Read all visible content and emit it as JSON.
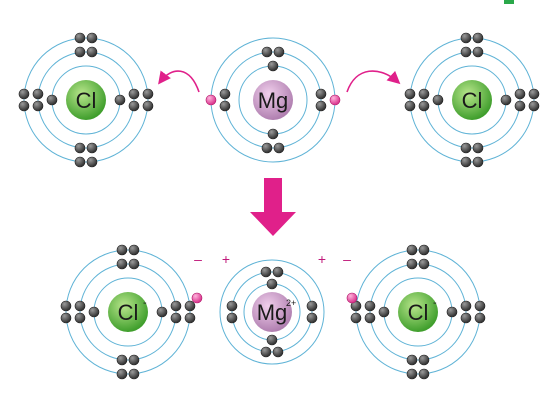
{
  "colors": {
    "orbit": "#5fb3d6",
    "electron": "#4a4a4a",
    "transfer_electron": "#e0489a",
    "arrow": "#e0208a",
    "cl_core_light": "#b9e68c",
    "cl_core_dark": "#3f9e2c",
    "mg_core_light": "#f1cfec",
    "mg_core_dark": "#b07fb0",
    "brand_corner": "#2aa84a"
  },
  "top_row": {
    "cl_left": {
      "symbol": "Cl",
      "charge": ""
    },
    "mg": {
      "symbol": "Mg",
      "charge": ""
    },
    "cl_right": {
      "symbol": "Cl",
      "charge": ""
    }
  },
  "bottom_row": {
    "cl_left": {
      "symbol": "Cl",
      "charge": "-"
    },
    "mg": {
      "symbol": "Mg",
      "charge": "2+"
    },
    "cl_right": {
      "symbol": "Cl",
      "charge": "-"
    }
  },
  "signs": {
    "left_minus": "–",
    "left_plus": "+",
    "right_plus": "+",
    "right_minus": "–"
  },
  "reaction_arrow": "down-arrow",
  "icons": [
    "electron-transfer-arrow-left",
    "electron-transfer-arrow-right",
    "down-arrow"
  ]
}
